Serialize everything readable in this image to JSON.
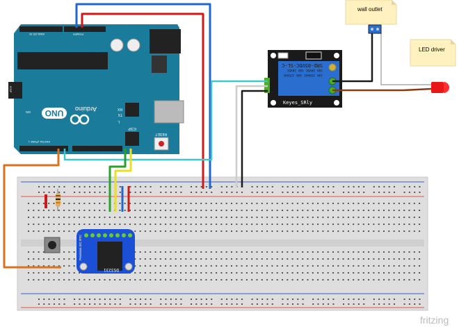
{
  "notes": {
    "wall_outlet": "wall outlet",
    "led_driver": "LED driver"
  },
  "arduino": {
    "logo_text": "UNO",
    "brand": "Arduino",
    "reset_label": "RESET",
    "icsp_label": "ICSP",
    "icsp2_label": "ICSP",
    "on_label": "ON",
    "tx_label": "TX",
    "rx_label": "RX",
    "l_label": "L",
    "digital_label": "DIGITAL (PWM~)",
    "power_label": "POWER",
    "analog_label": "ANALOG IN"
  },
  "relay": {
    "name": "Keyes_SRly",
    "model": "SRD-05VDC-SL-C",
    "rating1": "10A 250VAC  10A 125VAC",
    "rating2": "10A 30VDC  10A 28VDC"
  },
  "rtc": {
    "chip": "DS3231",
    "side_label": "Precision I2C RTC"
  },
  "watermark": "fritzing",
  "colors": {
    "arduino_board": "#1b7b9b",
    "relay_blue": "#2a6fd0",
    "rtc_blue": "#1a4fd6",
    "breadboard": "#dedede",
    "wire_red": "#cc1a1a",
    "wire_blue": "#2266cc",
    "wire_orange": "#d9731f",
    "wire_green": "#2aa02a",
    "wire_yellow": "#e8e020",
    "wire_teal": "#40c8c8",
    "note_yellow": "#fff2c0"
  }
}
